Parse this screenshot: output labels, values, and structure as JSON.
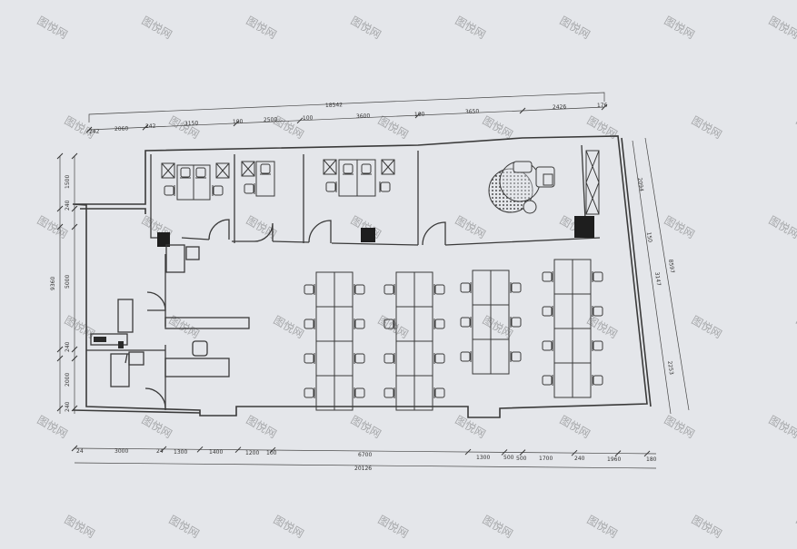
{
  "dimensions": {
    "top_total": "18542",
    "top_segments": [
      "242",
      "2060",
      "242",
      "3150",
      "100",
      "2500",
      "100",
      "3600",
      "100",
      "3650",
      "2426",
      "176"
    ],
    "bottom_segments": [
      "24",
      "3000",
      "24",
      "1300",
      "1400",
      "1200",
      "100",
      "6700",
      "1300",
      "500",
      "500",
      "1700",
      "240",
      "1960",
      "180"
    ],
    "bottom_total": "20126",
    "left_total": "9360",
    "left_segments": [
      "1500",
      "240",
      "5000",
      "240",
      "2000",
      "240"
    ],
    "right_total": "8597",
    "right_segments": [
      "2094",
      "150",
      "3147",
      "2253"
    ]
  },
  "watermark": "图悦网",
  "colors": {
    "line": "#3a3a3a",
    "paper": "#e4e6ea",
    "fill_dark": "#1e1e1e"
  }
}
